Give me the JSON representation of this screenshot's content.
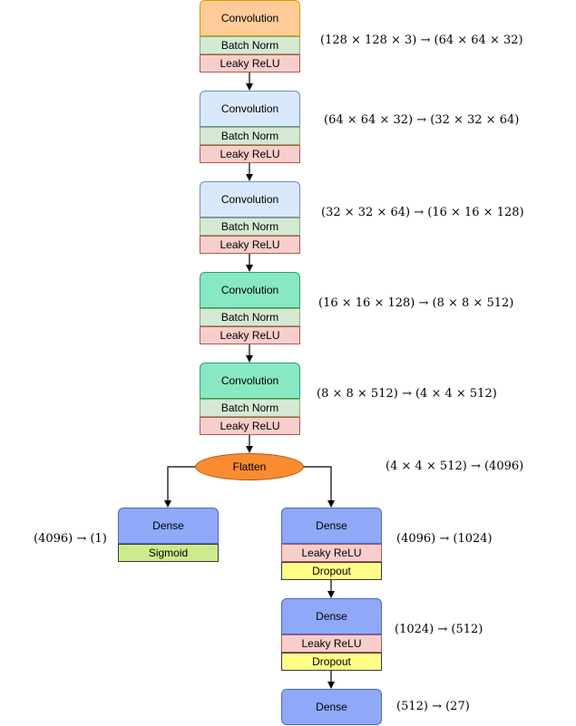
{
  "colors": {
    "conv_orange": "#ffcc99",
    "conv_blue": "#dae8fc",
    "conv_teal": "#88e8c4",
    "dense": "#8fa8f7",
    "batch_norm": "#d5e8d4",
    "leaky_relu": "#f8cecc",
    "dropout": "#ffff88",
    "sigmoid": "#cdeb8b",
    "flatten": "#f98c2f"
  },
  "conv_blocks": [
    {
      "layer": "Convolution",
      "norm": "Batch Norm",
      "activation": "Leaky ReLU",
      "color": "#ffcc99",
      "border": "#d79b00",
      "shape": "(128 × 128 × 3) → (64 × 64 × 32)"
    },
    {
      "layer": "Convolution",
      "norm": "Batch Norm",
      "activation": "Leaky ReLU",
      "color": "#dae8fc",
      "border": "#6c8ebf",
      "shape": "(64 × 64 × 32) → (32 × 32 × 64)"
    },
    {
      "layer": "Convolution",
      "norm": "Batch Norm",
      "activation": "Leaky ReLU",
      "color": "#dae8fc",
      "border": "#6c8ebf",
      "shape": "(32 × 32 × 64) → (16 × 16 × 128)"
    },
    {
      "layer": "Convolution",
      "norm": "Batch Norm",
      "activation": "Leaky ReLU",
      "color": "#88e8c4",
      "border": "#2f9b75",
      "shape": "(16 × 16 × 128) → (8 × 8 × 512)"
    },
    {
      "layer": "Convolution",
      "norm": "Batch Norm",
      "activation": "Leaky ReLU",
      "color": "#88e8c4",
      "border": "#2f9b75",
      "shape": "(8 × 8 × 512) → (4 × 4 × 512)"
    }
  ],
  "flatten": {
    "label": "Flatten",
    "shape": "(4 × 4 × 512) → (4096)"
  },
  "left_branch": {
    "dense": "Dense",
    "activation": "Sigmoid",
    "shape": "(4096) → (1)"
  },
  "right_branch": [
    {
      "dense": "Dense",
      "activation": "Leaky ReLU",
      "dropout": "Dropout",
      "shape": "(4096) → (1024)"
    },
    {
      "dense": "Dense",
      "activation": "Leaky ReLU",
      "dropout": "Dropout",
      "shape": "(1024) → (512)"
    },
    {
      "dense": "Dense",
      "shape": "(512) → (27)"
    }
  ]
}
